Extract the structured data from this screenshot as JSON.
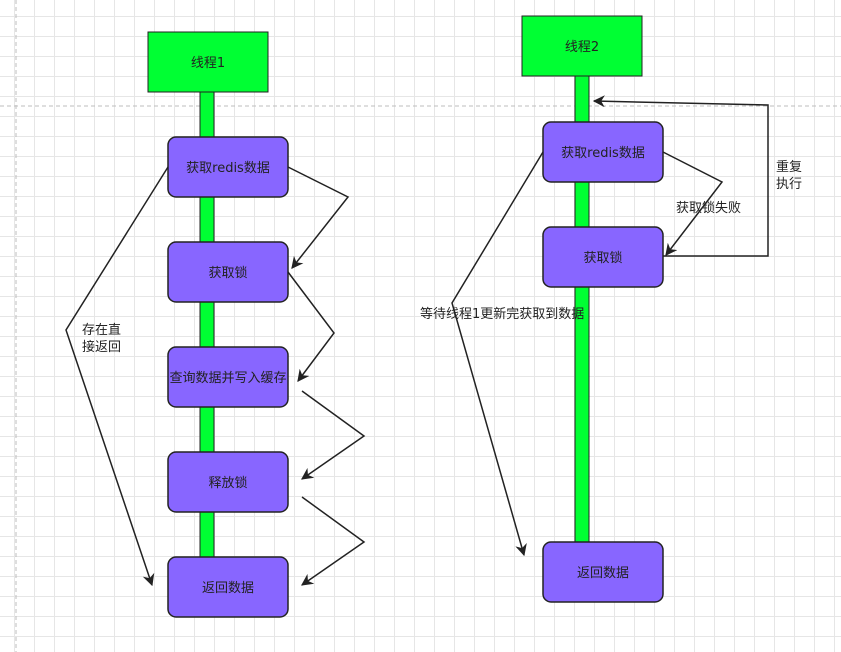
{
  "thread1": {
    "title": "线程1",
    "steps": [
      "获取redis数据",
      "获取锁",
      "查询数据并写入缓存",
      "释放锁",
      "返回数据"
    ],
    "side_label_line1": "存在直",
    "side_label_line2": "接返回"
  },
  "thread2": {
    "title": "线程2",
    "steps": [
      "获取redis数据",
      "获取锁",
      "返回数据"
    ],
    "fail_label": "获取锁失败",
    "retry_label_line1": "重复",
    "retry_label_line2": "执行",
    "wait_label": "等待线程1更新完获取到数据"
  },
  "colors": {
    "header_fill": "#00ff33",
    "lifeline": "#00ff33",
    "step_fill": "#8866ff",
    "stroke": "#222222"
  }
}
